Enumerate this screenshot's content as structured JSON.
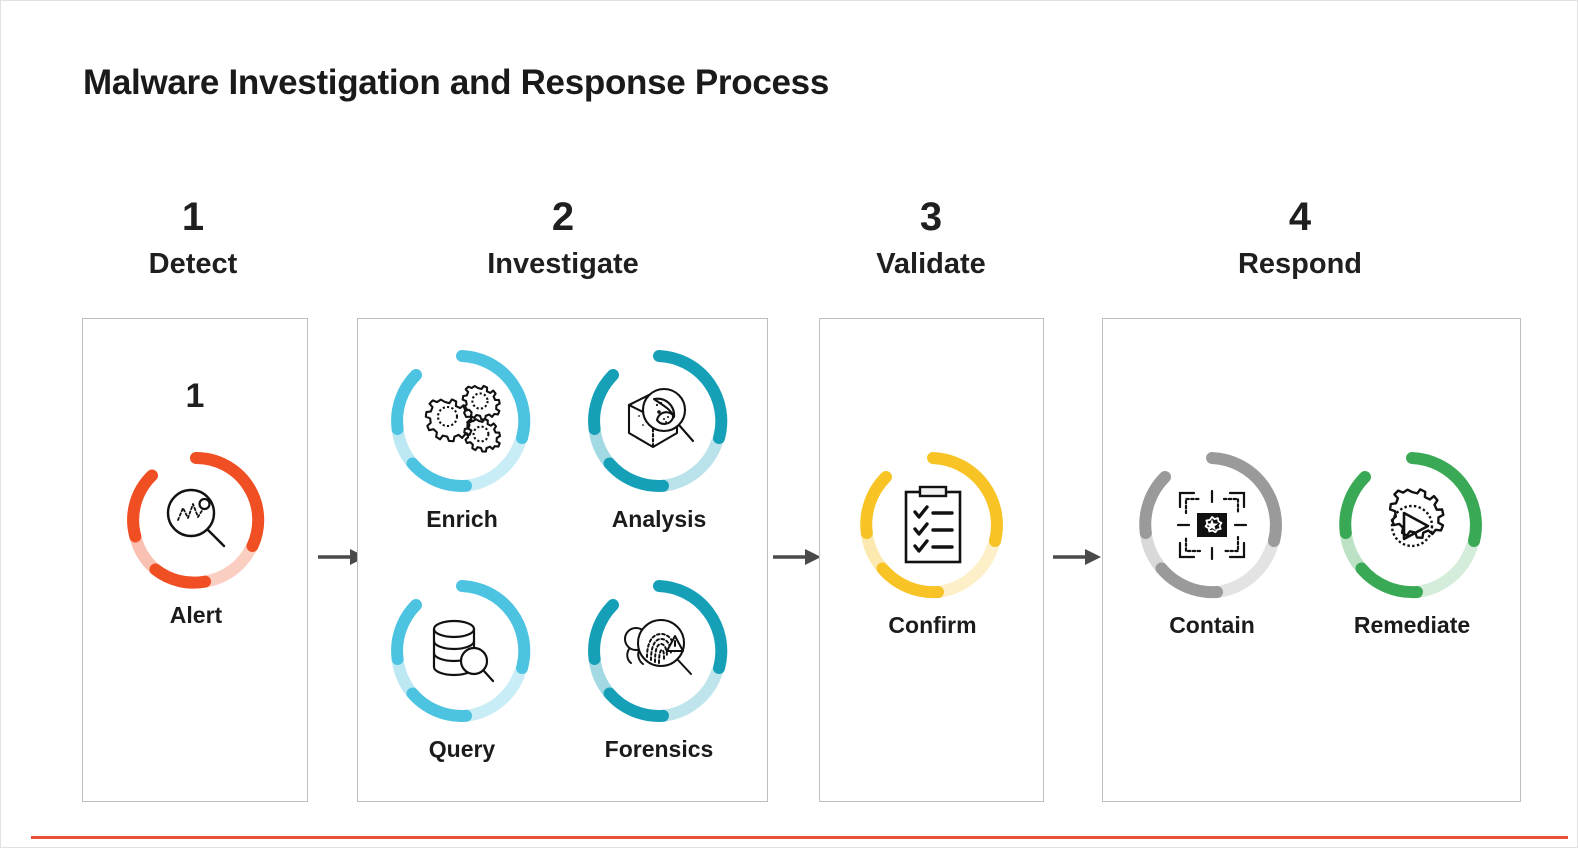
{
  "slide": {
    "title": "Malware Investigation and Response Process",
    "accent_color": "#e8503a",
    "background": "#ffffff",
    "border_color": "#e2e2e2"
  },
  "stages": [
    {
      "number": "1",
      "name": "Detect",
      "panel_inner_number": "1",
      "ring_color": "#f04e23",
      "nodes": [
        {
          "label": "Alert",
          "icon": "alert-waveform-magnifier-icon",
          "ring_color": "#f04e23"
        }
      ]
    },
    {
      "number": "2",
      "name": "Investigate",
      "panel_inner_number": "",
      "ring_color": "#4cc3e0",
      "nodes": [
        {
          "label": "Enrich",
          "icon": "gears-icon",
          "ring_color": "#4cc3e0"
        },
        {
          "label": "Analysis",
          "icon": "box-magnifier-icon",
          "ring_color": "#16a0b8"
        },
        {
          "label": "Query",
          "icon": "database-magnifier-icon",
          "ring_color": "#4cc3e0"
        },
        {
          "label": "Forensics",
          "icon": "fingerprint-magnifier-icon",
          "ring_color": "#16a0b8"
        }
      ]
    },
    {
      "number": "3",
      "name": "Validate",
      "panel_inner_number": "",
      "ring_color": "#f7c325",
      "nodes": [
        {
          "label": "Confirm",
          "icon": "clipboard-checklist-icon",
          "ring_color": "#f7c325"
        }
      ]
    },
    {
      "number": "4",
      "name": "Respond",
      "panel_inner_number": "",
      "ring_color": "#9a9a9a",
      "nodes": [
        {
          "label": "Contain",
          "icon": "crosshair-containment-icon",
          "ring_color": "#9a9a9a"
        },
        {
          "label": "Remediate",
          "icon": "gear-play-icon",
          "ring_color": "#3aa955"
        }
      ]
    }
  ],
  "arrows": [
    {
      "name": "arrow-detect-to-investigate",
      "icon": "arrow-right-icon"
    },
    {
      "name": "arrow-investigate-to-validate",
      "icon": "arrow-right-icon"
    },
    {
      "name": "arrow-validate-to-respond",
      "icon": "arrow-right-icon"
    }
  ],
  "labels": {
    "alert": "Alert",
    "enrich": "Enrich",
    "analysis": "Analysis",
    "query": "Query",
    "forensics": "Forensics",
    "confirm": "Confirm",
    "contain": "Contain",
    "remediate": "Remediate"
  }
}
